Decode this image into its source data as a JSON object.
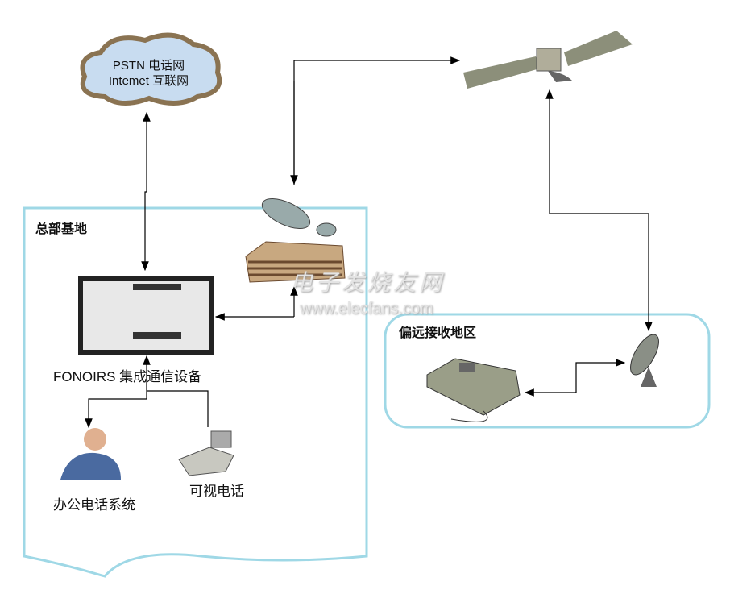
{
  "cloud": {
    "line1": "PSTN 电话网",
    "line2": "Intemet 互联网"
  },
  "regions": {
    "hq": "总部基地",
    "remote": "偏远接收地区"
  },
  "labels": {
    "equipment": "FONOIRS 集成通信设备",
    "office_phone": "办公电话系统",
    "video_phone": "可视电话"
  },
  "watermark": {
    "cn": "电子发烧友网",
    "url": "www.elecfans.com"
  },
  "colors": {
    "region_border": "#9fd8e6",
    "cloud_fill": "#c8dcf0",
    "cloud_edge": "#8a7352",
    "line": "#000000"
  }
}
